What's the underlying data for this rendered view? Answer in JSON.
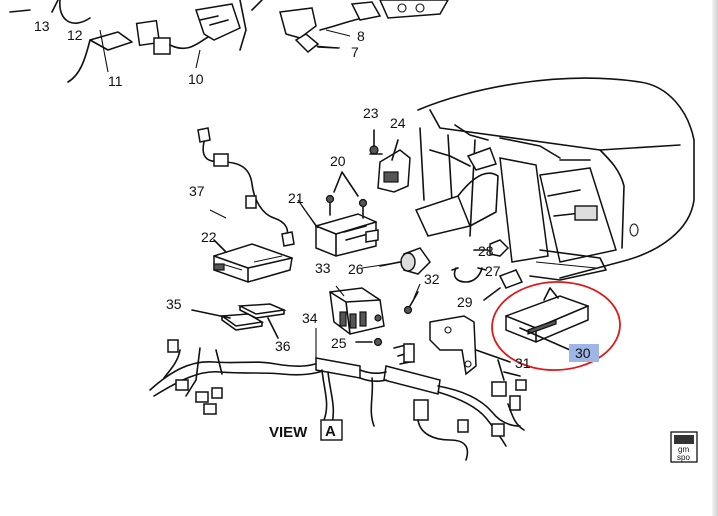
{
  "callouts": {
    "c7": "7",
    "c8": "8",
    "c10": "10",
    "c11": "11",
    "c12": "12",
    "c13": "13",
    "c20": "20",
    "c21": "21",
    "c22": "22",
    "c23": "23",
    "c24": "24",
    "c25": "25",
    "c26": "26",
    "c27": "27",
    "c28": "28",
    "c29": "29",
    "c30": "30",
    "c31": "31",
    "c32": "32",
    "c33": "33",
    "c34": "34",
    "c35": "35",
    "c36": "36",
    "c37": "37"
  },
  "view": {
    "label": "VIEW",
    "letter": "A"
  },
  "badge": {
    "top": "gm",
    "bottom": "spo"
  },
  "colors": {
    "highlight_circle": "#e01818",
    "label_highlight": "#9fb5e6"
  }
}
